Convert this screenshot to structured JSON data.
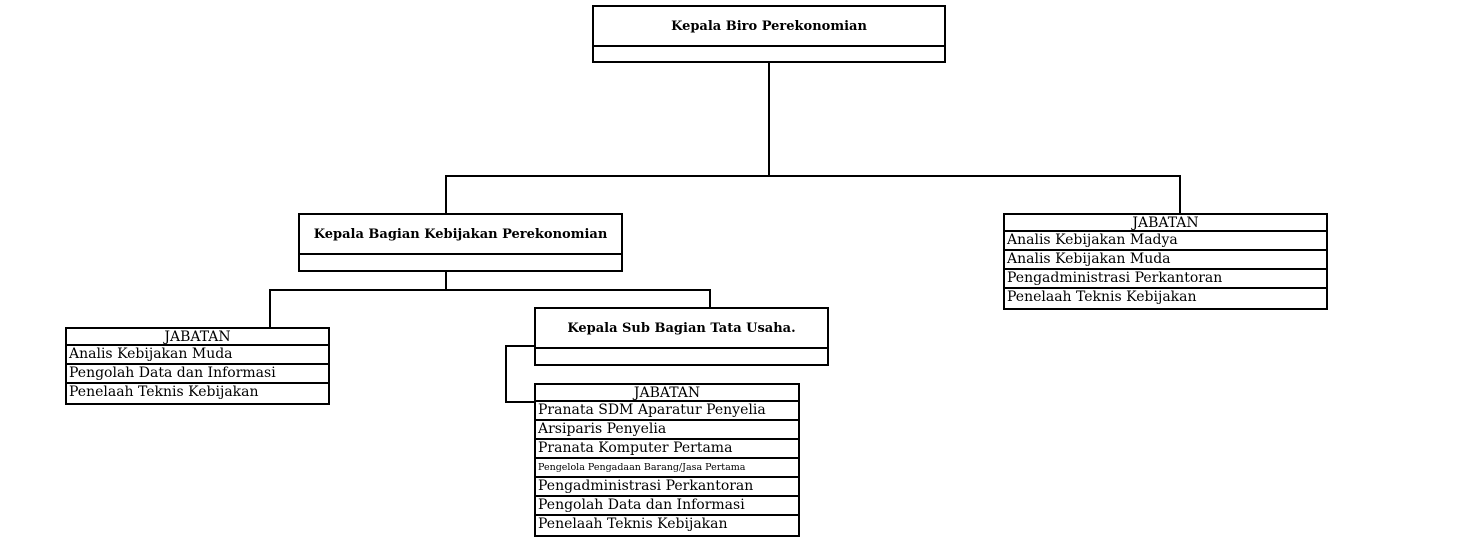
{
  "top_unit": {
    "title": "Kepala Biro Perekonomian"
  },
  "bagian_unit": {
    "title": "Kepala Bagian Kebijakan Perekonomian"
  },
  "subbag_unit": {
    "title": "Kepala Sub Bagian Tata Usaha."
  },
  "table_right": {
    "header": "JABATAN",
    "rows": [
      "Analis Kebijakan Madya",
      "Analis Kebijakan Muda",
      "Pengadministrasi Perkantoran",
      "Penelaah Teknis Kebijakan"
    ]
  },
  "table_left": {
    "header": "JABATAN",
    "rows": [
      "Analis Kebijakan Muda",
      "Pengolah Data dan Informasi",
      "Penelaah Teknis Kebijakan"
    ]
  },
  "table_middle": {
    "header": "JABATAN",
    "rows": [
      "Pranata SDM Aparatur Penyelia",
      "Arsiparis Penyelia",
      "Pranata Komputer Pertama",
      "Pengelola Pengadaan Barang/Jasa Pertama",
      "Pengadministrasi Perkantoran",
      "Pengolah Data dan Informasi",
      "Penelaah Teknis Kebijakan"
    ]
  }
}
